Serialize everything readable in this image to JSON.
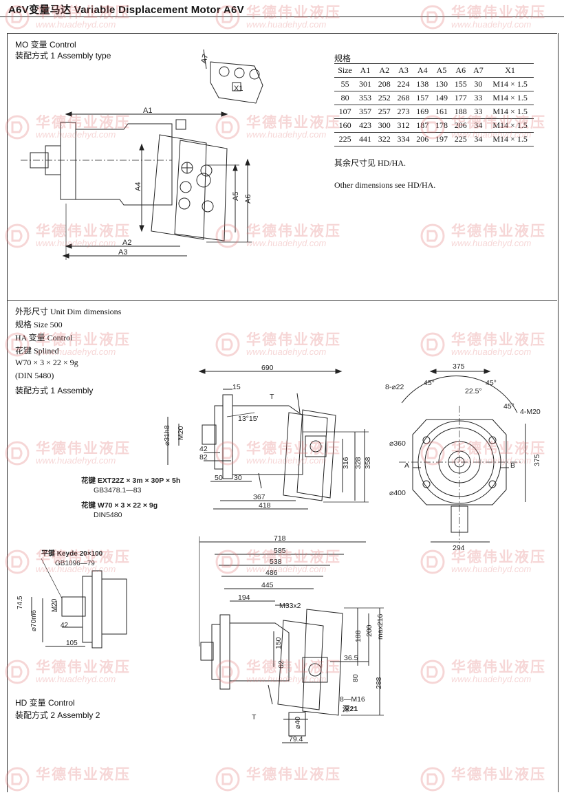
{
  "header": {
    "title": "A6V变量马达   Variable Displacement Motor  A6V"
  },
  "section1": {
    "control_line": "MO 变量     Control",
    "assembly_line": "装配方式 1 Assembly type"
  },
  "spec": {
    "title": "规格",
    "headers": [
      "Size",
      "A1",
      "A2",
      "A3",
      "A4",
      "A5",
      "A6",
      "A7",
      "X1"
    ],
    "rows": [
      [
        "55",
        "301",
        "208",
        "224",
        "138",
        "130",
        "155",
        "30",
        "M14 × 1.5"
      ],
      [
        "80",
        "353",
        "252",
        "268",
        "157",
        "149",
        "177",
        "33",
        "M14 × 1.5"
      ],
      [
        "107",
        "357",
        "257",
        "273",
        "169",
        "161",
        "188",
        "33",
        "M14 × 1.5"
      ],
      [
        "160",
        "423",
        "300",
        "312",
        "187",
        "178",
        "206",
        "34",
        "M14 × 1.5"
      ],
      [
        "225",
        "441",
        "322",
        "334",
        "206",
        "197",
        "225",
        "34",
        "M14 × 1.5"
      ]
    ],
    "note_cn": "其余尺寸见 HD/HA.",
    "note_en": "Other dimensions see HD/HA."
  },
  "section2": {
    "lines": [
      "外形尺寸    Unit Dim dimensions",
      "规格           Size 500",
      "HA  变量     Control",
      "花键           Splined",
      "W70 × 3 × 22 × 9g",
      "(DIN  5480)",
      "装配方式 1 Assembly"
    ]
  },
  "section3": {
    "control_line": "HD 变量    Control",
    "assembly_line": "装配方式 2 Assembly 2"
  },
  "dims_top": {
    "a1": "A1",
    "a2": "A2",
    "a3": "A3",
    "a4": "A4",
    "a5": "A5",
    "a6": "A6",
    "a7": "A7",
    "x1": "X1"
  },
  "dims_mid": {
    "d690": "690",
    "d15": "15",
    "d31h8": "⌀31h8",
    "m20": "M20",
    "d42": "42",
    "d82": "82",
    "d50": "50",
    "d30": "30",
    "d367": "367",
    "d418": "418",
    "d316": "316",
    "d328": "328",
    "d358": "358",
    "angle": "13°15'",
    "t": "T",
    "spline1": "花键  EXT22Z  × 3m × 30P × 5h",
    "spline1_std": "GB3478.1—83",
    "spline2": "花键  W70 × 3 × 22 × 9g",
    "spline2_std": "DIN5480",
    "d375": "375",
    "d8": "8-⌀22",
    "d45a": "45°",
    "d45b": "45°",
    "d45c": "45°",
    "d225": "22.5°",
    "m4": "4-M20",
    "d360": "⌀360",
    "d400": "⌀400",
    "a": "A",
    "b": "B",
    "d375v": "375",
    "d294": "294"
  },
  "dims_bot": {
    "key": "平键  Keyde 20×100",
    "key_std": "GB1096—79",
    "d745": "74.5",
    "d70": "⌀70m6",
    "m20": "M20",
    "d42": "42",
    "d105": "105",
    "d718": "718",
    "d585": "585",
    "d538": "538",
    "d486": "486",
    "d445": "445",
    "d194": "194",
    "m33": "M33x2",
    "d150": "150",
    "d62": "62",
    "d188": "188",
    "d200": "200",
    "d216": "max216",
    "d365": "36.5",
    "d80": "80",
    "d288": "288",
    "m16": "8—M16",
    "deep": "深21",
    "d40": "⌀40",
    "d794": "79.4",
    "t": "T"
  },
  "watermark": {
    "cn": "华德伟业液压",
    "url": "www.huadehyd.com"
  },
  "colors": {
    "ink": "#222222",
    "watermark": "#e07070"
  }
}
